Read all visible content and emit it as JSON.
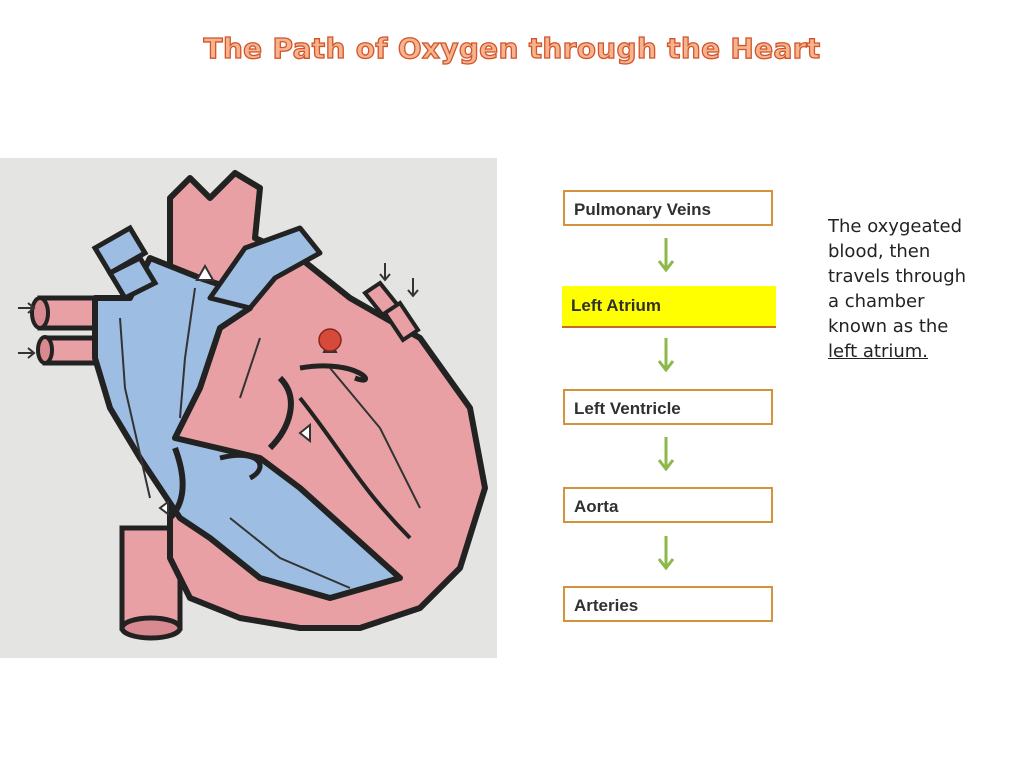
{
  "title": "The Path of Oxygen through the Heart",
  "flow_steps": [
    {
      "label": "Pulmonary Veins",
      "highlighted": false
    },
    {
      "label": "Left Atrium",
      "highlighted": true
    },
    {
      "label": "Left Ventricle",
      "highlighted": false
    },
    {
      "label": "Aorta",
      "highlighted": false
    },
    {
      "label": "Arteries",
      "highlighted": false
    }
  ],
  "description": {
    "lines": [
      "The oxygeated",
      "blood, then",
      "travels through",
      "a chamber",
      "known as the"
    ],
    "emphasis": "left atrium."
  },
  "colors": {
    "highlight": "#ffff00",
    "box_border": "#d6913c",
    "arrow": "#8db84a",
    "oxygenated": "#e8a0a4",
    "deoxygenated": "#9dbde3",
    "marker": "#d64a3c"
  }
}
